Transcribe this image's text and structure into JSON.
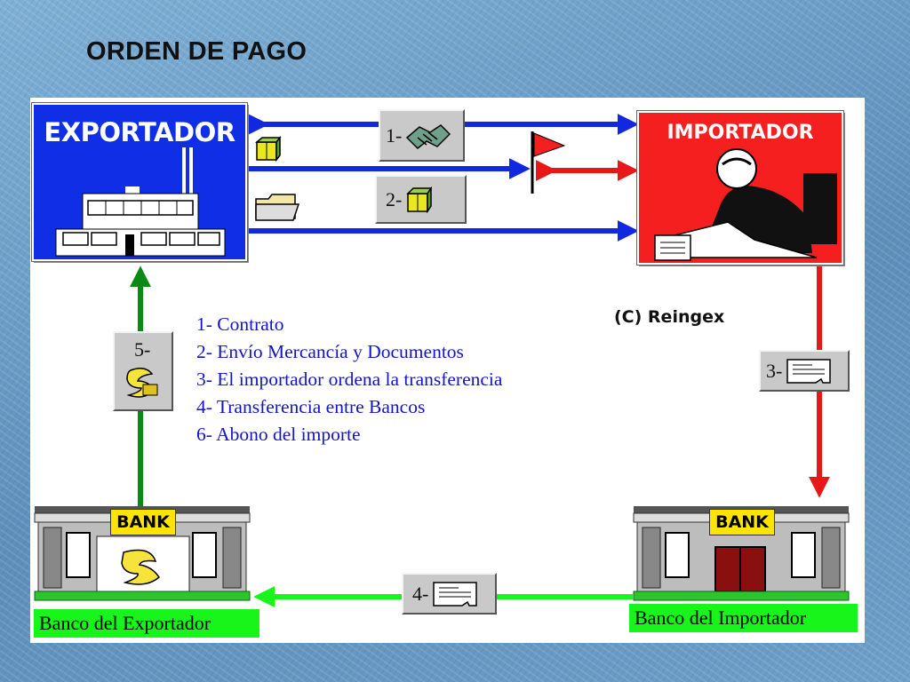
{
  "title": "ORDEN DE PAGO",
  "exporter": {
    "name": "EXPORTADOR"
  },
  "importer": {
    "name": "IMPORTADOR"
  },
  "steps": {
    "s1": "1-",
    "s2": "2-",
    "s3": "3-",
    "s4": "4-",
    "s5": "5-"
  },
  "legend": [
    "1- Contrato",
    "2- Envío Mercancía y Documentos",
    "3- El importador ordena la transferencia",
    "4- Transferencia entre Bancos",
    "6- Abono del importe"
  ],
  "copyright": "(C) Reingex",
  "banks": {
    "sign": "BANK",
    "exporter_caption": "Banco del Exportador",
    "importer_caption": "Banco del Importador"
  },
  "colors": {
    "exporter_blue": "#0f2ee6",
    "importer_red": "#f51f1f",
    "flow_blue": "#1228e0",
    "flow_red": "#e81818",
    "flow_green": "#17f51a",
    "flow_dark_green": "#0a8a14",
    "bank_yellow": "#ffe400"
  },
  "icons": [
    "handshake-icon",
    "package-icon",
    "folder-icon",
    "flag-icon",
    "document-icon",
    "money-icon",
    "bank-building-icon",
    "factory-icon",
    "businessman-icon"
  ]
}
